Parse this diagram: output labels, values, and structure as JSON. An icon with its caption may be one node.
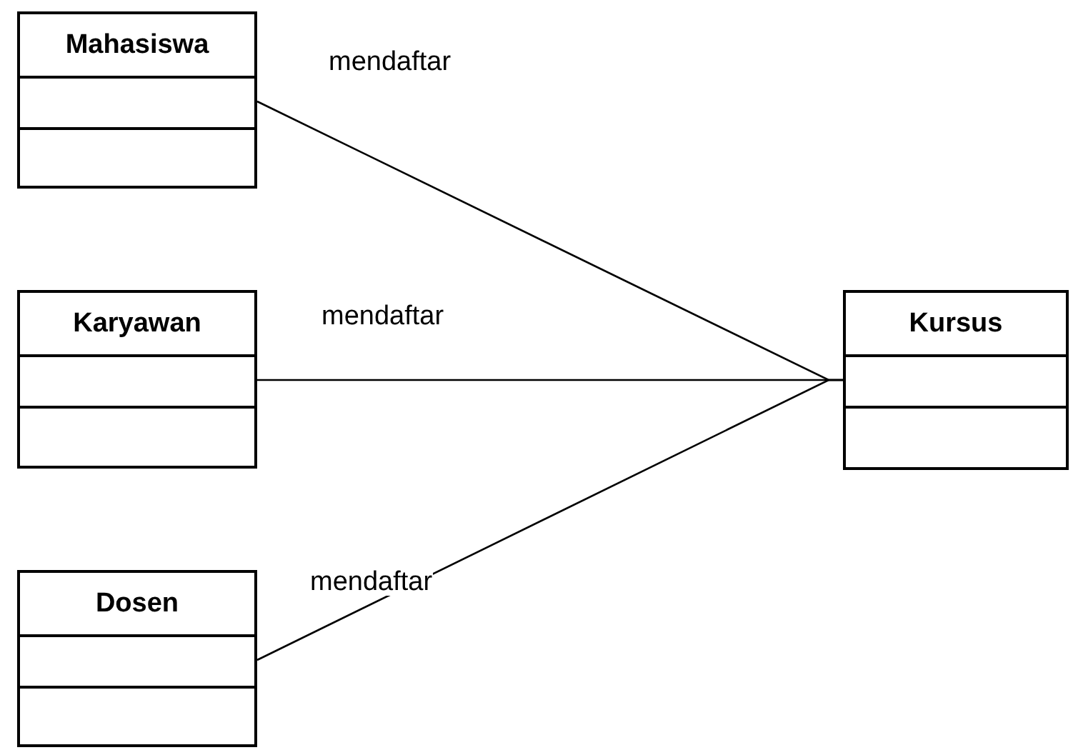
{
  "diagram": {
    "nodes": [
      {
        "text": [
          "Mahasiswa"
        ]
      },
      {
        "text": [
          "Karyawan"
        ]
      },
      {
        "text": [
          "Dosen"
        ]
      },
      {
        "text": [
          "Kursus"
        ]
      }
    ],
    "edges": [
      {
        "from": 0,
        "to": 3,
        "arrow": "none",
        "label": "mendaftar"
      },
      {
        "from": 1,
        "to": 3,
        "arrow": "none",
        "label": "mendaftar"
      },
      {
        "from": 2,
        "to": 3,
        "arrow": "none",
        "label": "mendaftar"
      }
    ]
  }
}
